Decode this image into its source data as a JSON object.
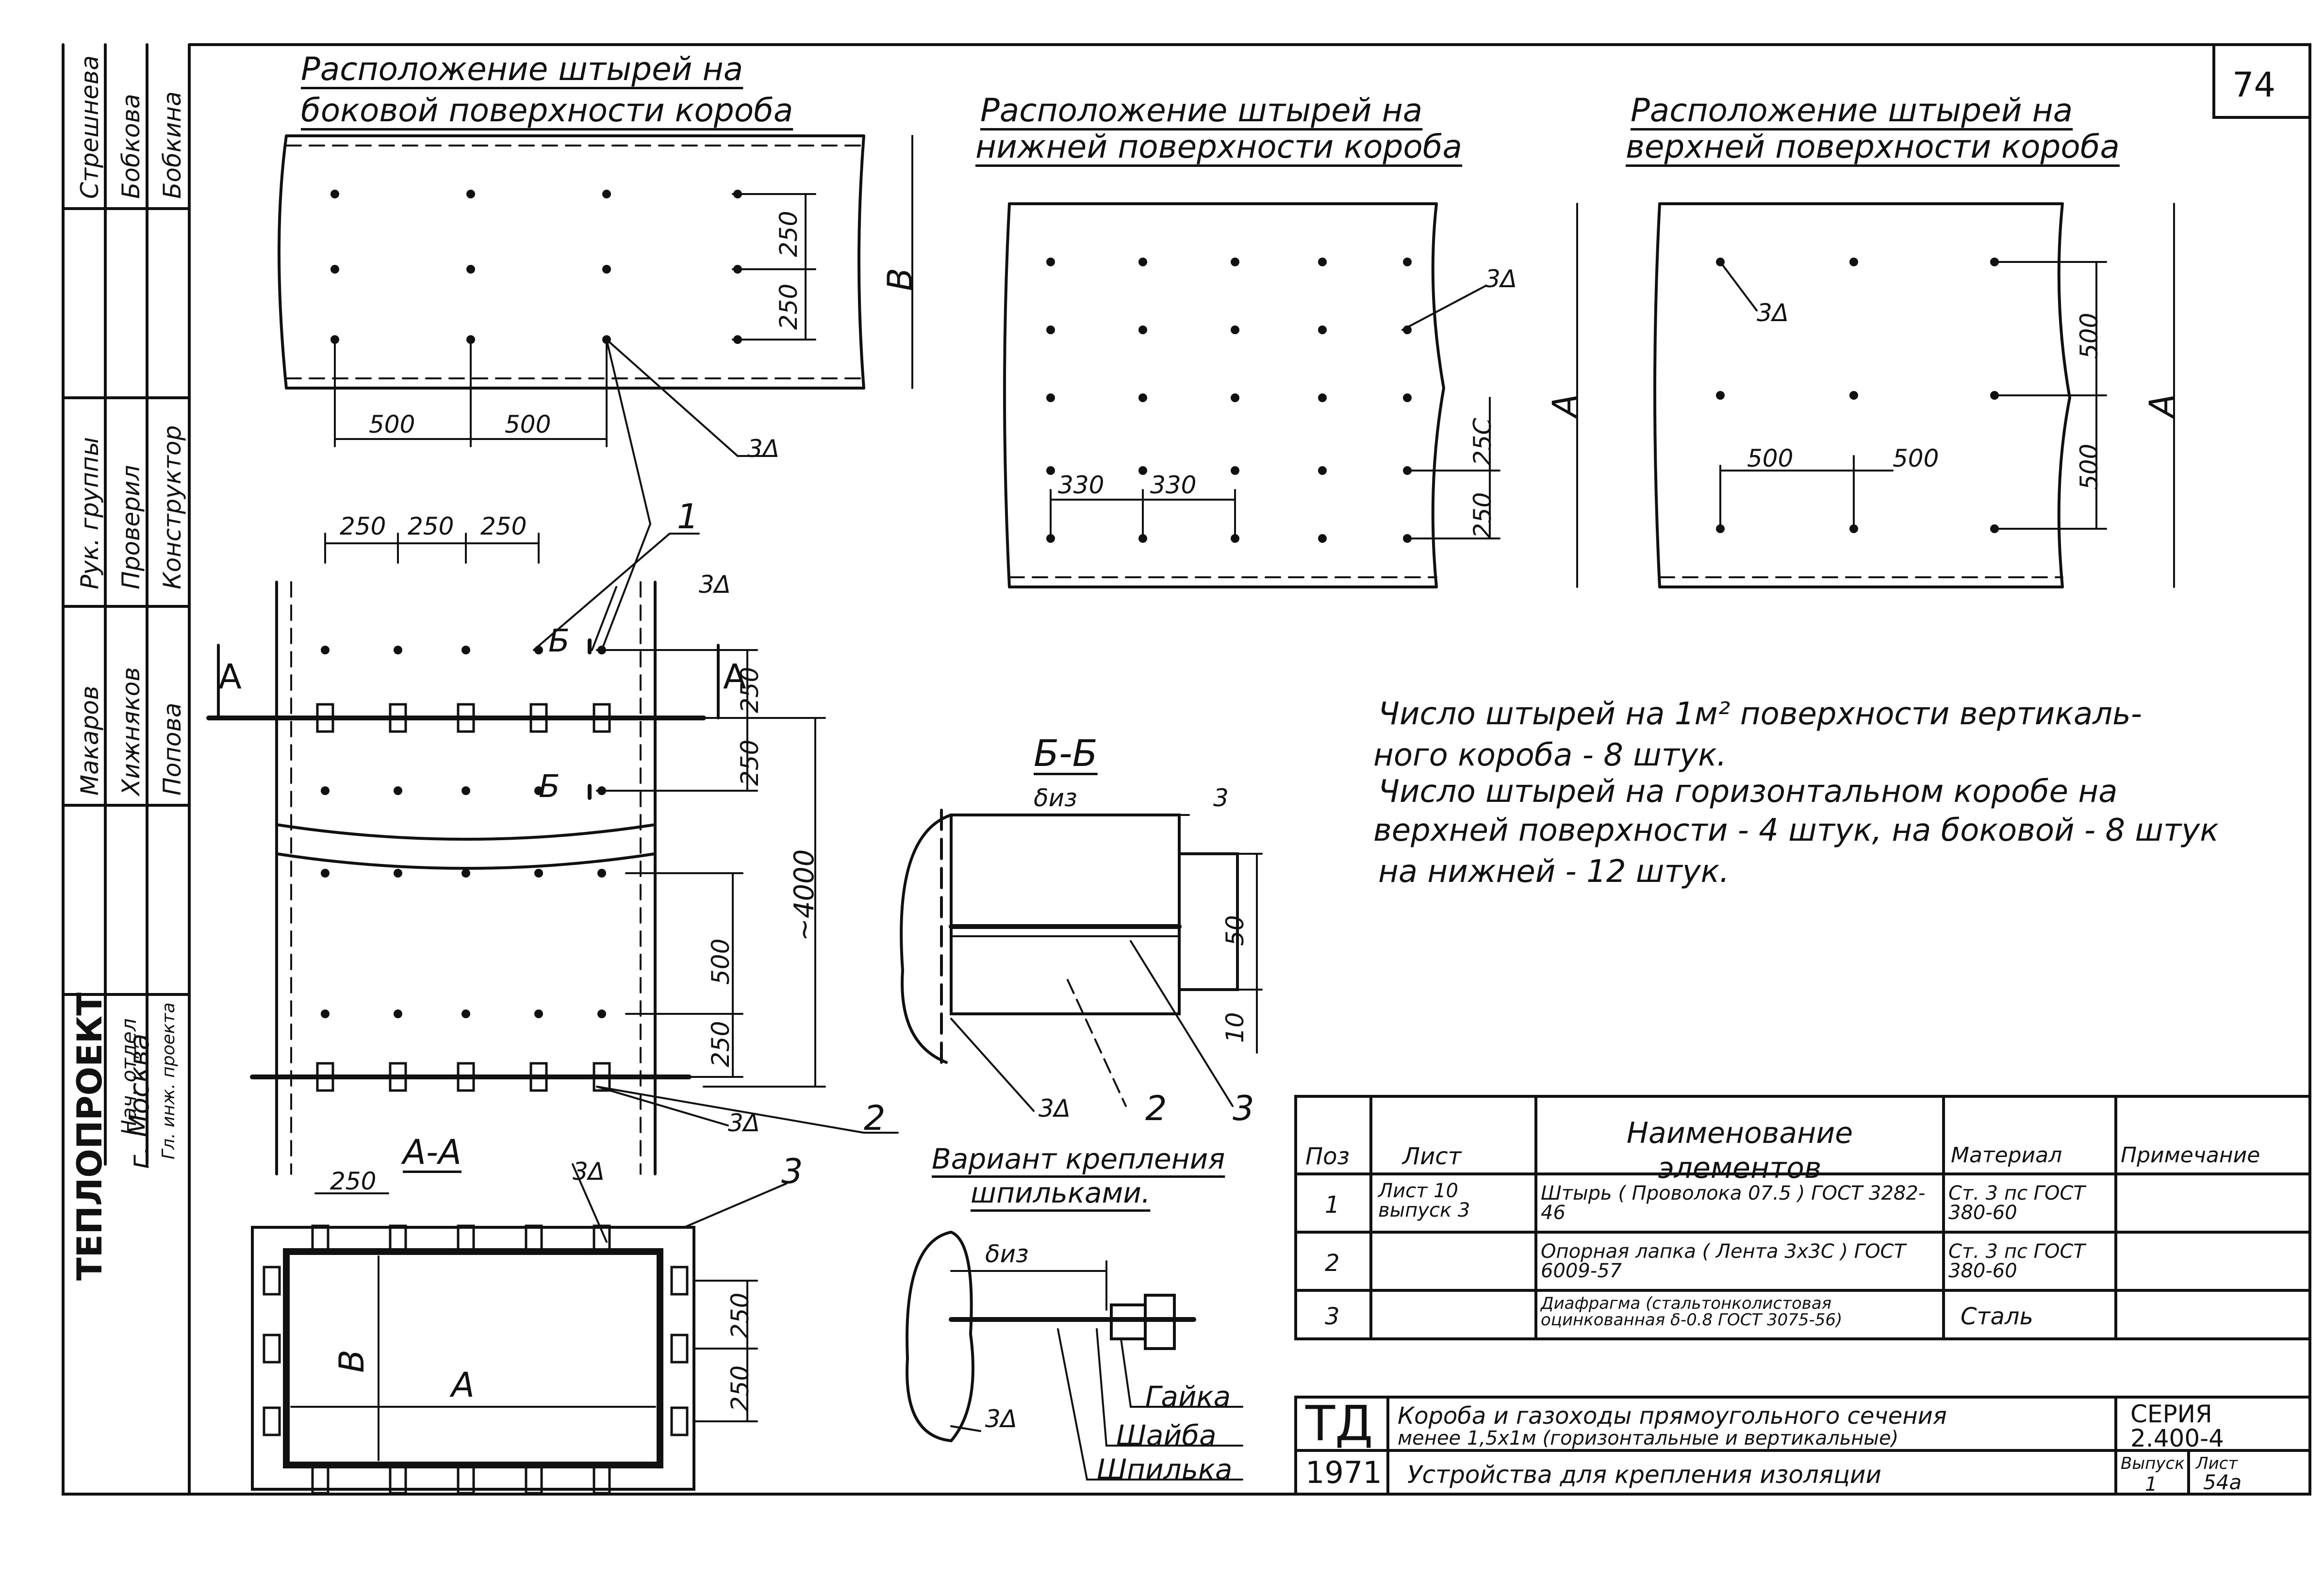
{
  "sheet_number": "74",
  "side_view": {
    "title_line1": "Расположение штырей на",
    "title_line2": "боковой поверхности короба",
    "dim_h": [
      "500",
      "500"
    ],
    "dim_v": [
      "250",
      "250"
    ],
    "height_label": "В",
    "callout": "3Δ"
  },
  "bottom_view": {
    "title_line1": "Расположение штырей на",
    "title_line2": "нижней поверхности короба",
    "dim_h": [
      "330",
      "330"
    ],
    "dim_v": [
      "25C",
      "250"
    ],
    "width_label": "А",
    "callout": "3Δ"
  },
  "top_view": {
    "title_line1": "Расположение штырей на",
    "title_line2": "верхней поверхности короба",
    "dim_h": [
      "500",
      "500"
    ],
    "dim_v": [
      "500",
      "500"
    ],
    "width_label": "А",
    "callout": "3Δ"
  },
  "vertical_duct": {
    "dim_top": [
      "250",
      "250",
      "250"
    ],
    "dim_v_upper": [
      "250",
      "250"
    ],
    "dim_v_lower": [
      "500",
      "250"
    ],
    "overall": "~4000",
    "section_mark_a": "А",
    "section_mark_b": "Б",
    "callout": "3Δ",
    "pos_1": "1",
    "pos_2": "2"
  },
  "section_aa": {
    "title": "А-А",
    "dim_250": "250",
    "dim_v": [
      "250",
      "250"
    ],
    "a_label": "А",
    "b_label": "В",
    "callout": "3Δ",
    "pos_3": "3"
  },
  "section_bb": {
    "title": "Б-Б",
    "thickness": "δиз",
    "dim_3": "3",
    "dim_50": "50",
    "dim_10": "10",
    "callout": "3Δ",
    "pos_2": "2",
    "pos_3": "3"
  },
  "variant": {
    "title_line1": "Вариант крепления",
    "title_line2": "шпильками.",
    "thickness": "δиз",
    "callout": "3Δ",
    "labels": [
      "Гайка",
      "Шайба",
      "Шпилька"
    ]
  },
  "notes": {
    "line1": "Число штырей на 1м² поверхности вертикаль-",
    "line2": "ного короба - 8 штук.",
    "line3": "Число штырей на горизонтальном коробе на",
    "line4": "верхней поверхности - 4 штук, на боковой - 8 штук",
    "line5": "на нижней - 12 штук."
  },
  "table": {
    "headers": [
      "Поз",
      "Лист",
      "Наименование элементов",
      "Материал",
      "Примечание"
    ],
    "rows": [
      {
        "pos": "1",
        "sheet": "Лист 10 выпуск 3",
        "name": "Штырь ( Проволока 07.5 ) ГОСТ 3282-46",
        "material": "Ст. 3 пс ГОСТ 380-60",
        "note": ""
      },
      {
        "pos": "2",
        "sheet": "",
        "name": "Опорная лапка ( Лента 3x3C ) ГОСТ 6009-57",
        "material": "Ст. 3 пс ГОСТ 380-60",
        "note": ""
      },
      {
        "pos": "3",
        "sheet": "",
        "name": "Диафрагма (стальтонколистовая оцинкованная δ-0.8 ГОСТ 3075-56)",
        "material": "Сталь",
        "note": ""
      }
    ]
  },
  "title_block": {
    "org_code": "ТД",
    "year": "1971",
    "title_line1": "Короба и газоходы прямоугольного сечения",
    "title_line2": "менее 1,5х1м (горизонтальные и вертикальные)",
    "subtitle": "Устройства для крепления изоляции",
    "series_label": "СЕРИЯ",
    "series_value": "2.400-4",
    "issue_label": "Выпуск",
    "issue_value": "1",
    "sheet_label": "Лист",
    "sheet_value": "54а"
  },
  "stamp": {
    "org": "ТЕПЛОПРОЕКТ",
    "city": "г. Москва",
    "rows": [
      {
        "role": "Конструктор",
        "name": "Бобкина"
      },
      {
        "role": "Проверил",
        "name": "Бобкова"
      },
      {
        "role": "Рук. группы",
        "name": "Стрешнева"
      },
      {
        "role": "Попова",
        "name": "Макаров"
      },
      {
        "role": "Нач. отдел",
        "name": "Хижняков"
      },
      {
        "role": "Гл. инж. проекта",
        "name": ""
      }
    ]
  }
}
